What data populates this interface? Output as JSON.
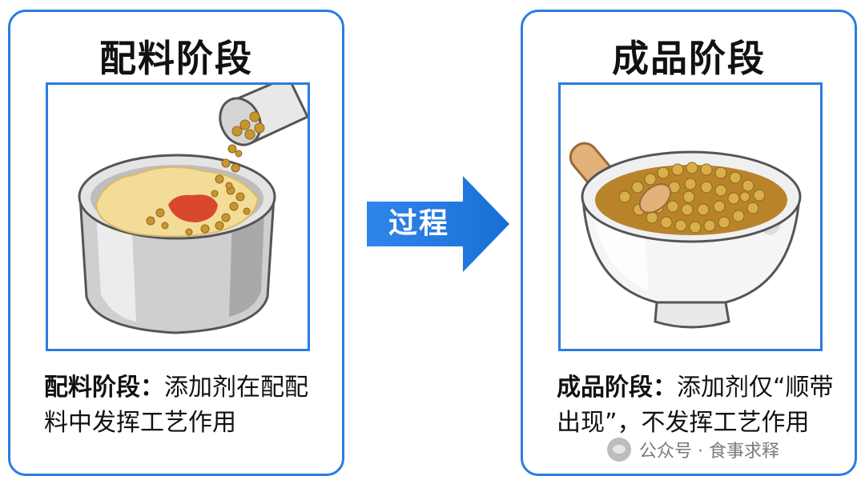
{
  "left_panel": {
    "title": "配料阶段",
    "desc_bold": "配料阶段：",
    "desc_text": "添加剂在配配料中发挥工艺作用"
  },
  "arrow": {
    "label": "过程",
    "color": "#2a7de1"
  },
  "right_panel": {
    "title": "成品阶段",
    "desc_bold": "成品阶段：",
    "desc_text": "添加剂仅“顺带出现”，不发挥工艺作用"
  },
  "watermark": {
    "text": "公众号 · 食事求释"
  },
  "colors": {
    "accent": "#2a7de1",
    "text": "#111111",
    "grain": "#c9962e",
    "dough": "#f3dc98",
    "sauce": "#d9482a"
  }
}
